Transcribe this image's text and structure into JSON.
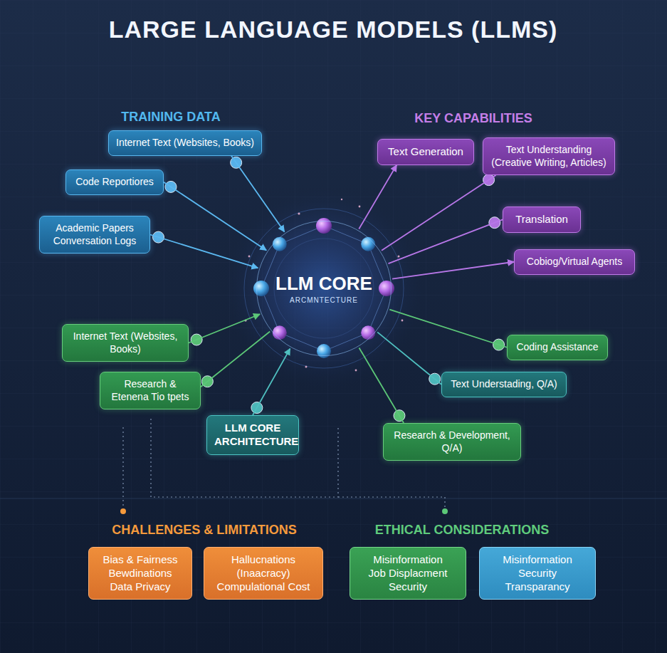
{
  "diagram": {
    "title": "LARGE LANGUAGE MODELS (LLMS)",
    "nodes": [
      {
        "text": [
          "Internet Text (Websites, Books)"
        ]
      },
      {
        "text": [
          "Code Reportiores"
        ]
      },
      {
        "text": [
          "Academic Papers Conversation Logs"
        ]
      },
      {
        "text": [
          "Text Generation"
        ]
      },
      {
        "text": [
          "Text Understanding (Creative Writing, Articles)"
        ]
      },
      {
        "text": [
          "Translation"
        ]
      },
      {
        "text": [
          "Cobiog/Virtual Agents"
        ]
      },
      {
        "text": [
          "LLM CORE",
          "ARCMNTECTURE"
        ]
      },
      {
        "text": [
          "Internet Text (Websites, Books)"
        ]
      },
      {
        "text": [
          "Research & Etenena Tio tpets"
        ]
      },
      {
        "text": [
          "LLM CORE ARCHITECTURE"
        ]
      },
      {
        "text": [
          "Coding Assistance"
        ]
      },
      {
        "text": [
          "Text Understading, Q/A)"
        ]
      },
      {
        "text": [
          "Research & Development, Q/A)"
        ]
      },
      {
        "text": [
          "Bias & Fairness",
          "Bewdinations",
          "Data Privacy"
        ]
      },
      {
        "text": [
          "Hallucnations (Inaacracy)",
          "Compulational Cost"
        ]
      },
      {
        "text": [
          "Misinformation",
          "Job Displacment",
          "Security"
        ]
      },
      {
        "text": [
          "Misinformation",
          "Security",
          "Transparancy"
        ]
      }
    ],
    "edges": [
      {
        "from": 0,
        "to": 7,
        "arrow": "to"
      },
      {
        "from": 1,
        "to": 7,
        "arrow": "to"
      },
      {
        "from": 2,
        "to": 7,
        "arrow": "to"
      },
      {
        "from": 7,
        "to": 3,
        "arrow": "to"
      },
      {
        "from": 7,
        "to": 4,
        "arrow": "none"
      },
      {
        "from": 7,
        "to": 5,
        "arrow": "none"
      },
      {
        "from": 7,
        "to": 6,
        "arrow": "to"
      },
      {
        "from": 8,
        "to": 7,
        "arrow": "to"
      },
      {
        "from": 9,
        "to": 7,
        "arrow": "none"
      },
      {
        "from": 10,
        "to": 7,
        "arrow": "to"
      },
      {
        "from": 7,
        "to": 11,
        "arrow": "none"
      },
      {
        "from": 7,
        "to": 12,
        "arrow": "none"
      },
      {
        "from": 7,
        "to": 13,
        "arrow": "none"
      }
    ],
    "labels": [
      "TRAINING DATA",
      "KEY CAPABILITIES",
      "CHALLENGES & LIMITATIONS",
      "ETHICAL CONSIDERATIONS"
    ]
  }
}
